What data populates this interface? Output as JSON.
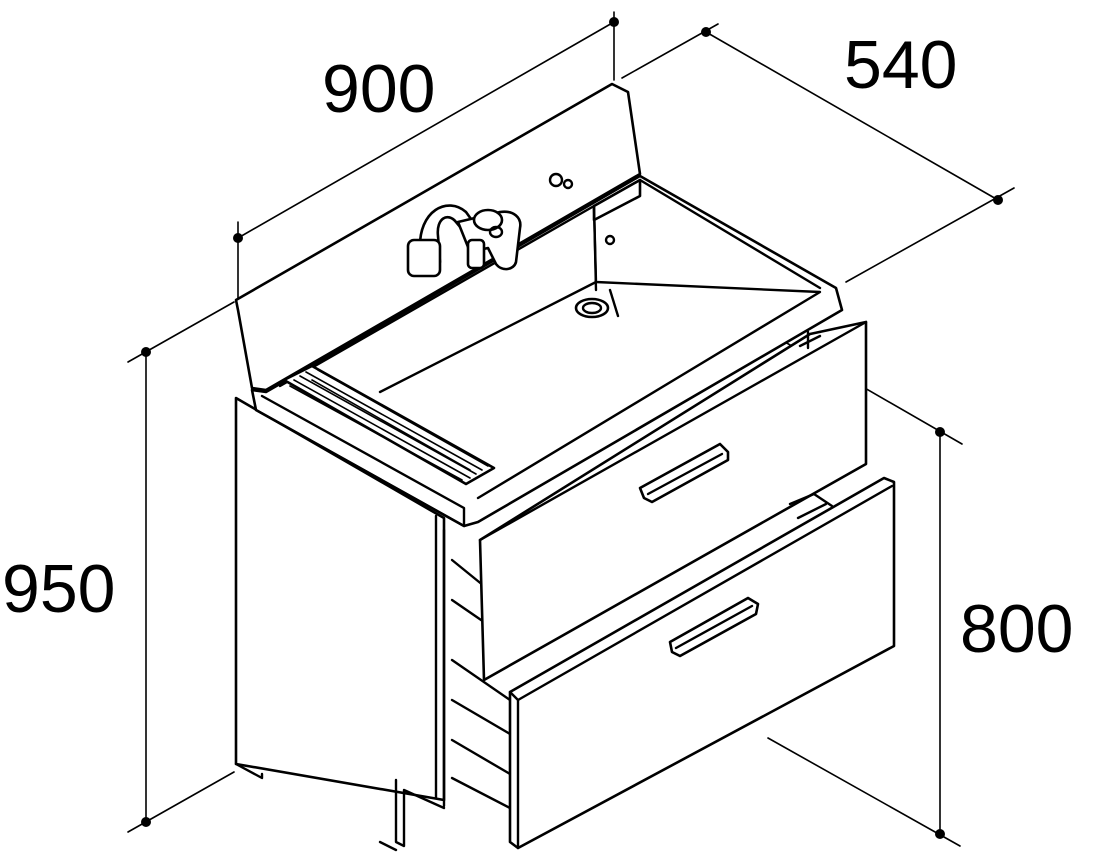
{
  "dimensions": {
    "width": "900",
    "depth": "540",
    "total_height": "950",
    "cabinet_height": "800"
  },
  "colors": {
    "line": "#000000",
    "background": "#ffffff"
  }
}
